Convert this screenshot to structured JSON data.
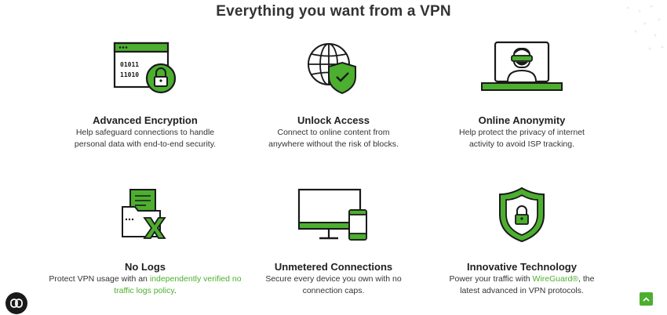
{
  "page": {
    "title": "Everything you want from a VPN"
  },
  "features": [
    {
      "title": "Advanced Encryption",
      "desc_line1": "Help safeguard connections to handle",
      "desc_line2": "personal data with end-to-end security.",
      "icon": "encryption-window-lock-icon",
      "icon_text_1": "01011",
      "icon_text_2": "11010"
    },
    {
      "title": "Unlock Access",
      "desc_line1": "Connect to online content from",
      "desc_line2": "anywhere without the risk of blocks.",
      "icon": "globe-shield-icon"
    },
    {
      "title": "Online Anonymity",
      "desc_line1": "Help protect the privacy of internet",
      "desc_line2": "activity to avoid ISP tracking.",
      "icon": "masked-user-laptop-icon"
    },
    {
      "title": "No Logs",
      "desc_prefix": "Protect VPN usage with an ",
      "desc_link": "independently verified no traffic logs policy",
      "desc_suffix": ".",
      "icon": "folder-no-logs-icon"
    },
    {
      "title": "Unmetered Connections",
      "desc_line1": "Secure every device you own with no",
      "desc_line2": "connection caps.",
      "icon": "monitor-phone-icon"
    },
    {
      "title": "Innovative Technology",
      "desc_prefix": "Power your traffic with ",
      "desc_link": "WireGuard®",
      "desc_middle": ", the",
      "desc_line2": "latest advanced in VPN protocols.",
      "icon": "shield-lock-icon"
    }
  ],
  "colors": {
    "accent": "#4caf2f",
    "dark": "#1a1a1a"
  },
  "widgets": {
    "chat_icon": "chat-icon",
    "back_to_top_icon": "chevron-up-icon"
  }
}
